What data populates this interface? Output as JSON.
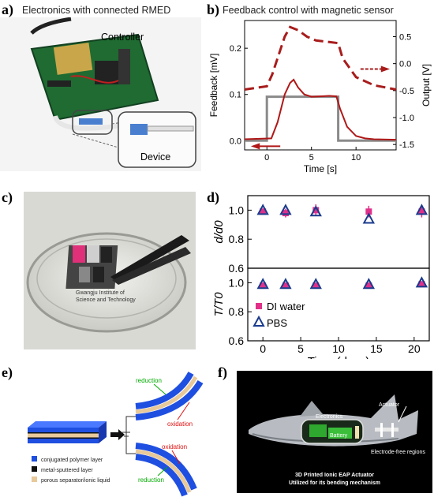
{
  "panel_a": {
    "label": "a)",
    "title": "Electronics with connected RMED",
    "controller_label": "Controller",
    "device_label": "Device"
  },
  "panel_b": {
    "label": "b)",
    "title": "Feedback control with magnetic sensor"
  },
  "panel_c": {
    "label": "c)",
    "photo_text_line1": "Gwangju Institute of",
    "photo_text_line2": "Science and Technology"
  },
  "panel_d": {
    "label": "d)"
  },
  "panel_e": {
    "label": "e)",
    "reduction_top": "reduction",
    "oxidation_top": "oxidation",
    "oxidation_bottom": "oxidation",
    "reduction_bottom": "reduction",
    "legend": [
      {
        "text": "conjugated polymer layer",
        "color": "#1f4fe0"
      },
      {
        "text": "metal-sputtered layer",
        "color": "#111111"
      },
      {
        "text": "porous separator/ionic liquid",
        "color": "#e8c99a"
      }
    ]
  },
  "panel_f": {
    "label": "f)",
    "electronics": "Electronics",
    "battery": "Battery",
    "actuator": "Actuator",
    "electrode_free": "Electrode-free regions",
    "caption_line1": "3D Printed Ionic EAP Actuator",
    "caption_line2": "Utilized for its bending mechanism"
  },
  "chart_data": [
    {
      "type": "line",
      "panel": "b",
      "title": "Feedback control with magnetic sensor",
      "xlabel": "Time [s]",
      "ylabel": "Feedback [mV]",
      "y2label": "Output [V]",
      "xlim": [
        -2.5,
        14.5
      ],
      "ylim": [
        -0.02,
        0.26
      ],
      "y2lim": [
        -1.6,
        0.8
      ],
      "xticks": [
        0,
        5,
        10
      ],
      "yticks": [
        0.0,
        0.1,
        0.2
      ],
      "y2ticks": [
        0.5,
        0.0,
        -0.5,
        -1.0,
        -1.5
      ],
      "series": [
        {
          "role": "setpoint",
          "axis": "left",
          "color": "#8a8a8a",
          "x": [
            -2.5,
            0,
            0,
            8,
            8,
            14.5
          ],
          "y": [
            0,
            0,
            0.095,
            0.095,
            0,
            0
          ]
        },
        {
          "role": "feedback",
          "axis": "left",
          "color": "#b01818",
          "x": [
            -2.5,
            0.5,
            1.2,
            2.0,
            2.6,
            3.0,
            3.5,
            4.2,
            5,
            6,
            7,
            7.8,
            8.2,
            9,
            10,
            11,
            12,
            14.5
          ],
          "y": [
            0.003,
            0.005,
            0.04,
            0.1,
            0.125,
            0.132,
            0.115,
            0.1,
            0.095,
            0.096,
            0.097,
            0.096,
            0.07,
            0.03,
            0.01,
            0.005,
            0.003,
            0.002
          ]
        },
        {
          "role": "output",
          "axis": "right",
          "color": "#a81c1c",
          "dash": true,
          "x": [
            -2.5,
            0,
            0.6,
            1.4,
            2.0,
            2.6,
            3.5,
            4.5,
            5.5,
            7,
            8,
            8.5,
            10,
            12,
            14.5
          ],
          "y": [
            -0.48,
            -0.42,
            -0.2,
            0.2,
            0.5,
            0.68,
            0.62,
            0.5,
            0.43,
            0.4,
            0.38,
            0.1,
            -0.25,
            -0.4,
            -0.48
          ]
        }
      ],
      "annotations": [
        "left-arrow indicates Feedback axis",
        "right-arrow indicates Output axis"
      ]
    },
    {
      "type": "scatter",
      "panel": "d-top",
      "ylabel": "d/d0",
      "xlim": [
        -2,
        22
      ],
      "ylim": [
        0.6,
        1.1
      ],
      "yticks": [
        0.6,
        0.8,
        1.0
      ],
      "series": [
        {
          "name": "DI water",
          "marker": "square",
          "color": "#e0308a",
          "x": [
            0,
            3,
            7,
            14,
            21
          ],
          "y": [
            0.99,
            0.98,
            1.0,
            0.99,
            0.99
          ],
          "err": [
            0.02,
            0.03,
            0.04,
            0.04,
            0.04
          ]
        },
        {
          "name": "PBS",
          "marker": "triangle",
          "color": "#1a3a8c",
          "x": [
            0,
            3,
            7,
            14,
            21
          ],
          "y": [
            1.0,
            1.0,
            0.99,
            0.94,
            1.0
          ]
        }
      ]
    },
    {
      "type": "scatter",
      "panel": "d-bottom",
      "ylabel": "T/T0",
      "xlabel": "Time (days)",
      "xlim": [
        -2,
        22
      ],
      "ylim": [
        0.6,
        1.1
      ],
      "xticks": [
        0,
        5,
        10,
        15,
        20
      ],
      "yticks": [
        0.6,
        0.8,
        1.0
      ],
      "legend": "bottom-left",
      "series": [
        {
          "name": "DI water",
          "marker": "square",
          "color": "#e0308a",
          "x": [
            0,
            3,
            7,
            14,
            21
          ],
          "y": [
            0.98,
            0.98,
            0.98,
            0.98,
            0.99
          ],
          "err": [
            0.01,
            0.01,
            0.01,
            0.01,
            0.01
          ]
        },
        {
          "name": "PBS",
          "marker": "triangle",
          "color": "#1a3a8c",
          "x": [
            0,
            3,
            7,
            14,
            21
          ],
          "y": [
            0.99,
            0.99,
            0.99,
            0.99,
            1.0
          ]
        }
      ]
    }
  ]
}
